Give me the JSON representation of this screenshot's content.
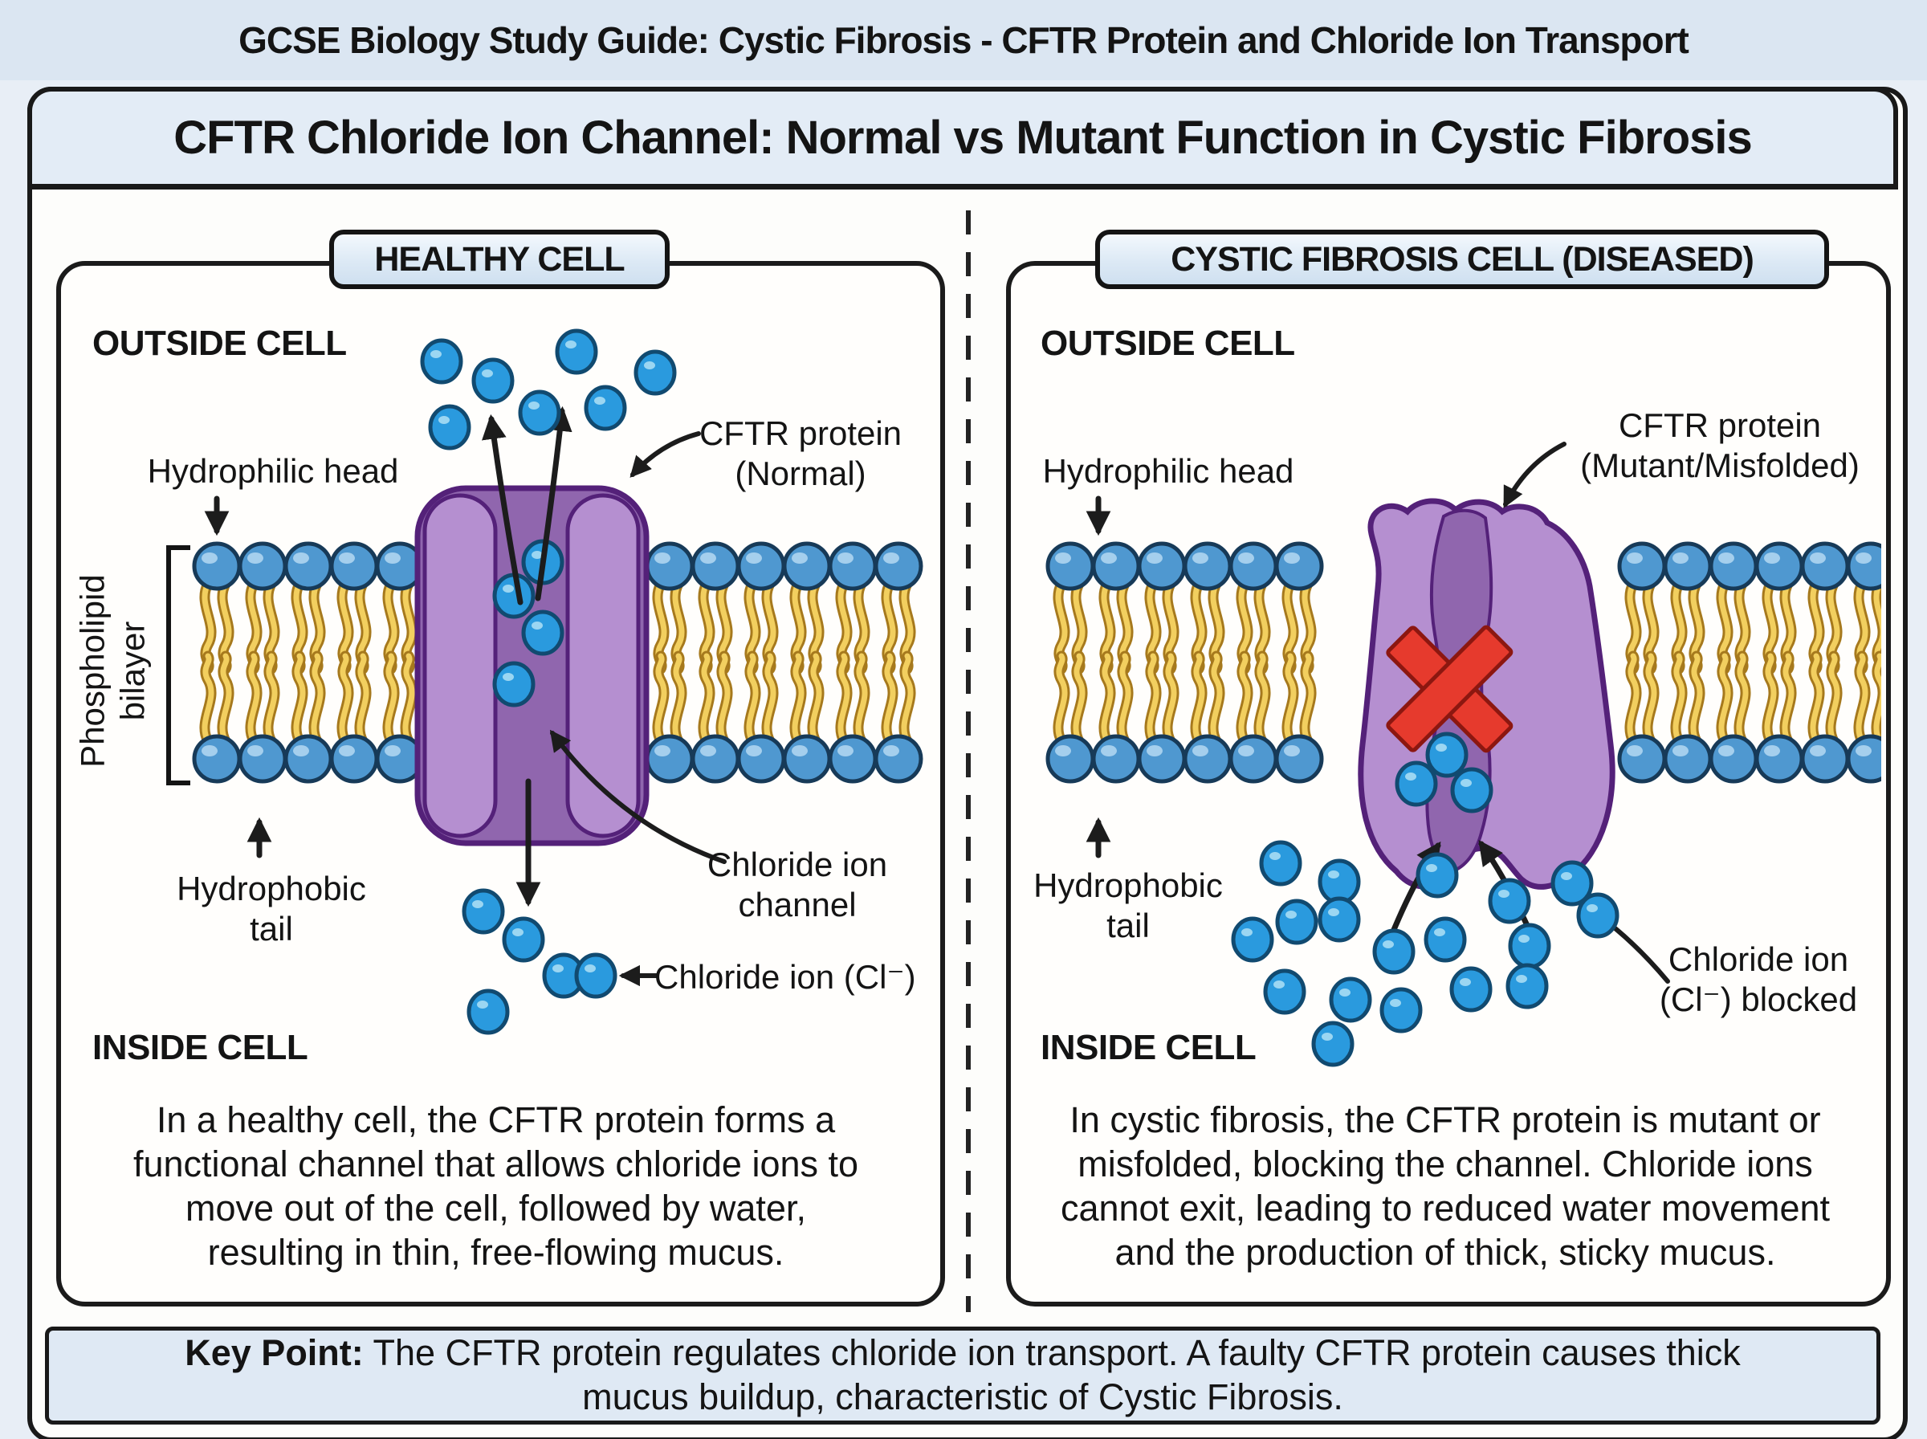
{
  "page_header": {
    "title": "GCSE Biology Study Guide: Cystic Fibrosis - CFTR Protein and Chloride Ion Transport"
  },
  "main": {
    "title": "CFTR Chloride Ion Channel: Normal vs Mutant Function in Cystic Fibrosis"
  },
  "left_panel": {
    "badge": "HEALTHY CELL",
    "outside_label": "OUTSIDE CELL",
    "inside_label": "INSIDE CELL",
    "hydrophilic_head": "Hydrophilic head",
    "phospholipid_line1": "Phospholipid",
    "phospholipid_line2": "bilayer",
    "cftr_line1": "CFTR protein",
    "cftr_line2": "(Normal)",
    "channel_line1": "Chloride ion",
    "channel_line2": "channel",
    "chloride_ion": "Chloride ion (Cl⁻)",
    "hydrophobic_line1": "Hydrophobic",
    "hydrophobic_line2": "tail",
    "description": "In a healthy cell, the CFTR protein forms a functional channel that allows chloride ions to move out of the cell, followed by water, resulting in thin, free-flowing mucus."
  },
  "right_panel": {
    "badge": "CYSTIC FIBROSIS CELL (DISEASED)",
    "outside_label": "OUTSIDE CELL",
    "inside_label": "INSIDE CELL",
    "hydrophilic_head": "Hydrophilic head",
    "cftr_line1": "CFTR protein",
    "cftr_line2": "(Mutant/Misfolded)",
    "hydrophobic_line1": "Hydrophobic",
    "hydrophobic_line2": "tail",
    "blocked_line1": "Chloride ion",
    "blocked_line2": "(Cl⁻) blocked",
    "description": "In cystic fibrosis, the CFTR protein is mutant or misfolded, blocking the channel. Chloride ions cannot exit, leading to reduced water movement and the production of thick, sticky mucus."
  },
  "key_point": {
    "label": "Key Point:",
    "text": " The CFTR protein regulates chloride ion transport. A faulty CFTR protein causes thick mucus buildup, characteristic of Cystic Fibrosis."
  },
  "colors": {
    "bg": "#e8eef6",
    "header_band": "#dbe6f2",
    "title_band": "#e3ecf6",
    "keypoint_bg": "#dfe9f4",
    "head_fill": "#4f98d0",
    "head_stroke": "#173a58",
    "tail_fill": "#f2cf5f",
    "tail_stroke": "#a6791d",
    "ion_fill": "#2a9ade",
    "ion_stroke": "#114a70",
    "protein_fill": "#b58fd0",
    "protein_channel": "#9066ae",
    "protein_stroke": "#542179",
    "x_red": "#e63a2d"
  }
}
